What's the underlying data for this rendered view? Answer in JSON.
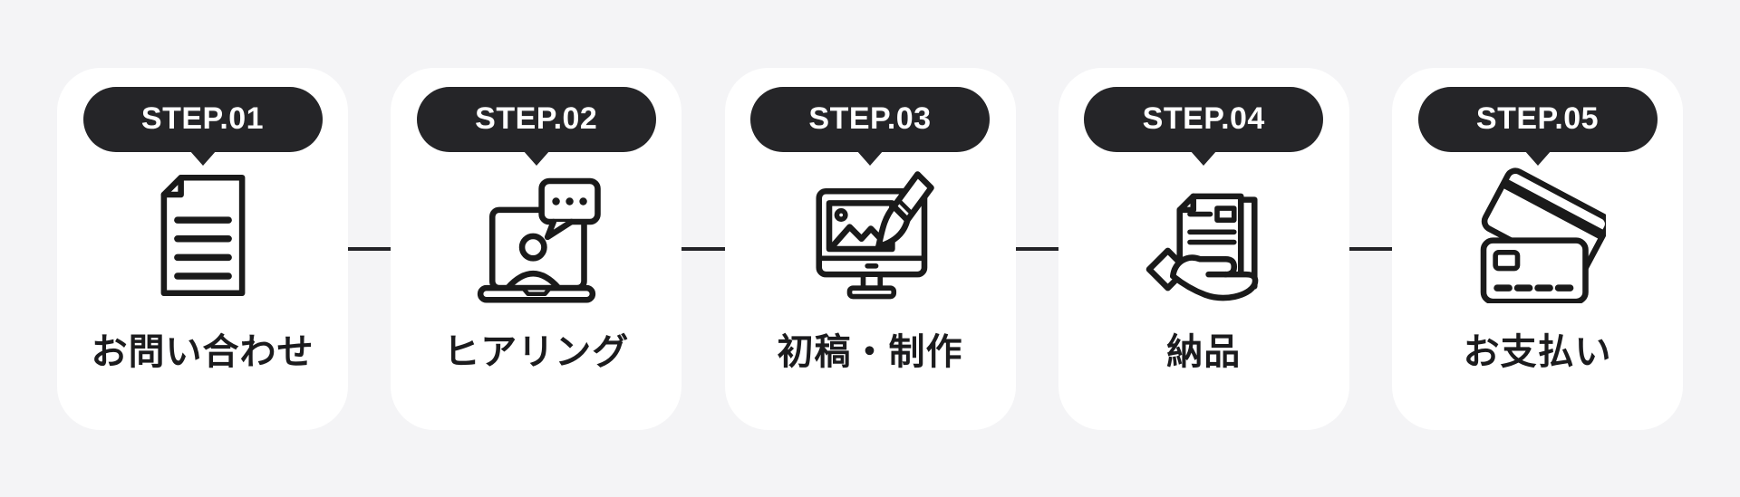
{
  "steps": [
    {
      "badge": "STEP.01",
      "label": "お問い合わせ",
      "icon": "inquiry-document-icon"
    },
    {
      "badge": "STEP.02",
      "label": "ヒアリング",
      "icon": "hearing-laptop-chat-icon"
    },
    {
      "badge": "STEP.03",
      "label": "初稿・制作",
      "icon": "design-monitor-brush-icon"
    },
    {
      "badge": "STEP.04",
      "label": "納品",
      "icon": "delivery-hand-document-icon"
    },
    {
      "badge": "STEP.05",
      "label": "お支払い",
      "icon": "payment-credit-cards-icon"
    }
  ],
  "colors": {
    "page_bg": "#f4f4f6",
    "card_bg": "#ffffff",
    "badge_bg": "#252528",
    "badge_text": "#ffffff",
    "icon_stroke": "#1a1a1a",
    "label_color": "#1b1b1d",
    "connector": "#222226"
  }
}
